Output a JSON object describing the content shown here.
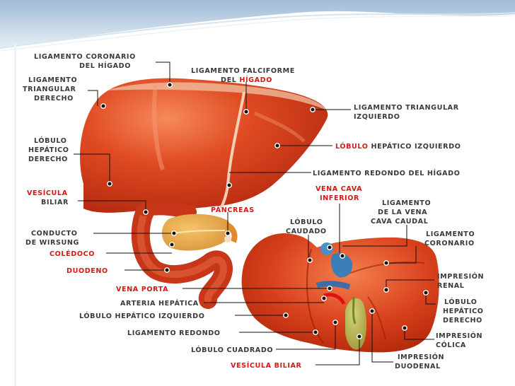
{
  "labels": {
    "lig_coronario_1": "LIGAMENTO CORONARIO",
    "lig_coronario_2": "DEL HÍGADO",
    "lig_triangular_d_1": "LIGAMENTO",
    "lig_triangular_d_2": "TRIANGULAR",
    "lig_triangular_d_3": "DERECHO",
    "lig_falciforme_1": "LIGAMENTO FALCIFORME",
    "lig_falciforme_2a": "DEL ",
    "lig_falciforme_2b": "HÍGADO",
    "lig_triangular_i_1": "LIGAMENTO TRIANGULAR",
    "lig_triangular_i_2": "IZQUIERDO",
    "lobulo_d_1": "LÓBULO",
    "lobulo_d_2": "HEPÁTICO",
    "lobulo_d_3": "DERECHO",
    "lobulo_i_a": "LÓBULO",
    "lobulo_i_b": " HEPÁTICO IZQUIERDO",
    "lig_redondo_higado": "LIGAMENTO REDONDO DEL HÍGADO",
    "vesicula_1": "VESÍCULA",
    "vesicula_2": "BILIAR",
    "pancreas": "PÁNCREAS",
    "vena_cava_1": "VENA CAVA",
    "vena_cava_2": "INFERIOR",
    "lig_vena_cava_1": "LIGAMENTO",
    "lig_vena_cava_2": "DE LA VENA",
    "lig_vena_cava_3": "CAVA CAUDAL",
    "lobulo_caudado_1": "LÓBULO",
    "lobulo_caudado_2": "CAUDADO",
    "lig_coronario_b_1": "LIGAMENTO",
    "lig_coronario_b_2": "CORONARIO",
    "wirsung_1": "CONDUCTO",
    "wirsung_2": "DE WIRSUNG",
    "coledoco": "COLÉDOCO",
    "duodeno": "DUODENO",
    "vena_porta": "VENA PORTA",
    "arteria_hepatica": "ARTERIA HEPÁTICA",
    "lobulo_hep_izq_b": "LÓBULO HEPÁTICO IZQUIERDO",
    "lig_redondo": "LIGAMENTO REDONDO",
    "lobulo_cuadrado": "LÓBULO CUADRADO",
    "vesicula_b": "VESÍCULA BILIAR",
    "impresion_renal_1": "IMPRESIÓN",
    "impresion_renal_2": "RENAL",
    "lobulo_hep_der_b_1": "LÓBULO",
    "lobulo_hep_der_b_2": "HEPÁTICO",
    "lobulo_hep_der_b_3": "DERECHO",
    "impresion_colica_1": "IMPRESIÓN",
    "impresion_colica_2": "CÓLICA",
    "impresion_duodenal_1": "IMPRESIÓN",
    "impresion_duodenal_2": "DUODENAL"
  },
  "colors": {
    "liver": "#d8401c",
    "liver_light": "#f07a4a",
    "label_red": "#d81818",
    "label_gray": "#3a3a3a",
    "header_blue": "#b9cfe0"
  }
}
